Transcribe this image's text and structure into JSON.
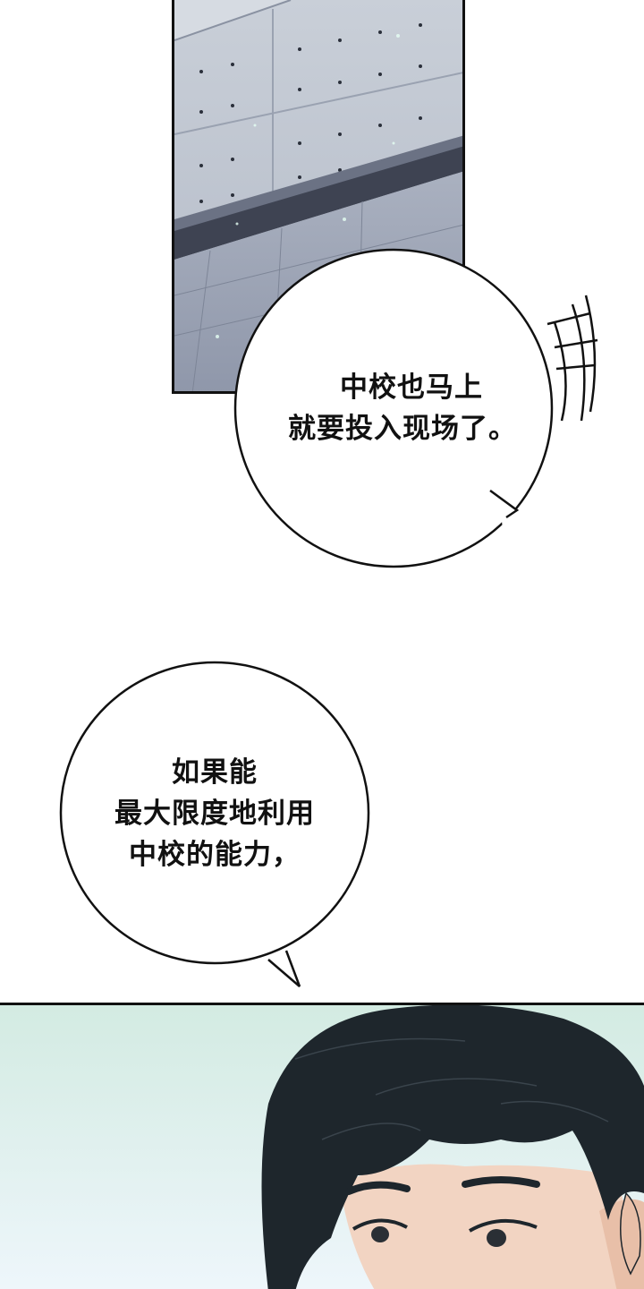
{
  "bubbles": [
    {
      "lines": [
        "中校也马上",
        "就要投入现场了。"
      ]
    },
    {
      "lines": [
        "如果能",
        "最大限度地利用",
        "中校的能力，"
      ]
    }
  ],
  "colors": {
    "concrete": "#c3c9d3",
    "shadow_band": "#3e4352",
    "sky_gradient_top": "#d3ebe2",
    "hair": "#1e262c",
    "skin": "#f2d4c2"
  }
}
